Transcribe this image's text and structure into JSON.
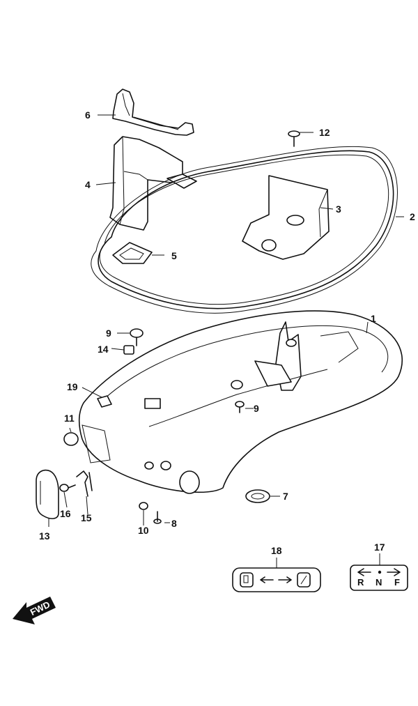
{
  "diagram": {
    "callouts": {
      "p1": "1",
      "p2": "2",
      "p3": "3",
      "p4": "4",
      "p5": "5",
      "p6": "6",
      "p7": "7",
      "p8": "8",
      "p9a": "9",
      "p9b": "9",
      "p10": "10",
      "p11": "11",
      "p12": "12",
      "p13": "13",
      "p14": "14",
      "p15": "15",
      "p16": "16",
      "p17": "17",
      "p18": "18",
      "p19": "19"
    },
    "decal_17": {
      "left": "R",
      "middle": "N",
      "right": "F"
    },
    "fwd_arrow": "FWD"
  }
}
